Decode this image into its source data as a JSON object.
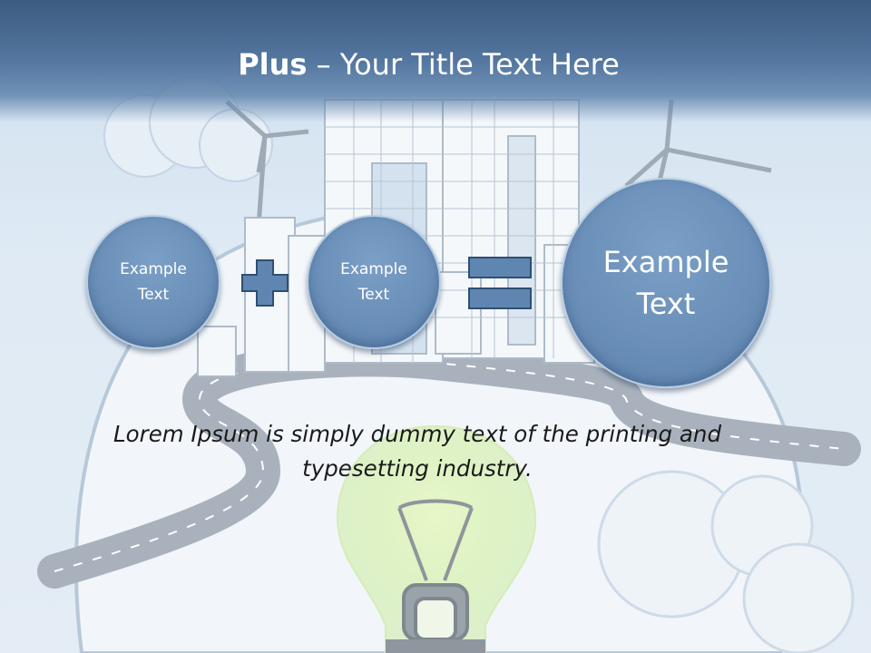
{
  "slide": {
    "title_bold": "Plus",
    "title_rest": " – Your Title Text Here",
    "circles": [
      {
        "text": "Example\nText"
      },
      {
        "text": "Example\nText"
      },
      {
        "text": "Example\nText"
      }
    ],
    "operators": [
      "plus-icon",
      "equals-icon"
    ],
    "body": "Lorem Ipsum is simply dummy text of the printing and typesetting industry."
  },
  "colors": {
    "header": "#4a6d95",
    "circle": "#6a8fb8",
    "operator": "#5f86b0",
    "bulb_glow": "#d8f0b0"
  }
}
